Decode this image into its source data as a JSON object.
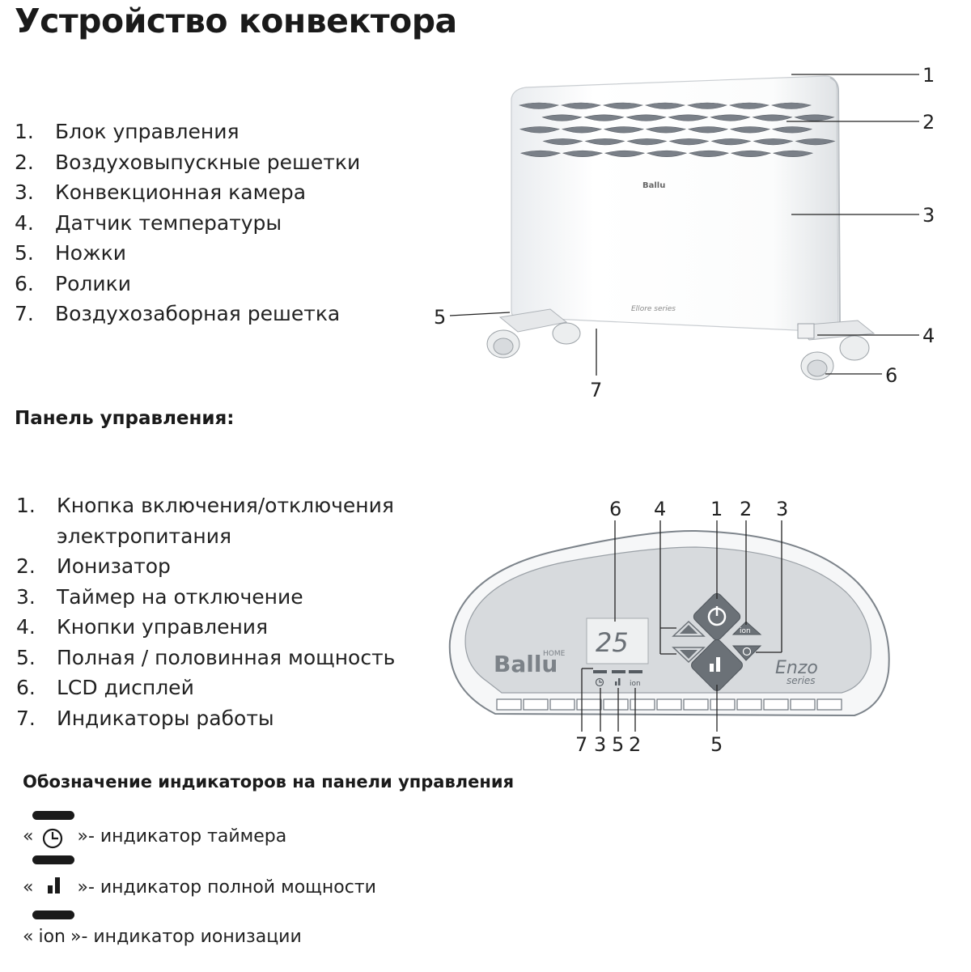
{
  "title": "Устройство конвектора",
  "device_parts": [
    {
      "num": "1.",
      "label": "Блок управления"
    },
    {
      "num": "2.",
      "label": "Воздуховыпускные решетки"
    },
    {
      "num": "3.",
      "label": "Конвекционная камера"
    },
    {
      "num": "4.",
      "label": "Датчик температуры"
    },
    {
      "num": "5.",
      "label": "Ножки"
    },
    {
      "num": "6.",
      "label": "Ролики"
    },
    {
      "num": "7.",
      "label": "Воздухозаборная решетка"
    }
  ],
  "heater_callouts": [
    "1",
    "2",
    "3",
    "4",
    "5",
    "6",
    "7"
  ],
  "heater_brand": "Ballu",
  "heater_series": "Ellore series",
  "panel_title": "Панель управления:",
  "panel_items": [
    {
      "num": "1.",
      "line1": "Кнопка включения/отключения",
      "line2": "электропитания"
    },
    {
      "num": "2.",
      "line1": "Ионизатор"
    },
    {
      "num": "3.",
      "line1": "Таймер на отключение"
    },
    {
      "num": "4.",
      "line1": "Кнопки управления"
    },
    {
      "num": "5.",
      "line1": "Полная / половинная мощность"
    },
    {
      "num": "6.",
      "line1": "LCD дисплей"
    },
    {
      "num": "7.",
      "line1": "Индикаторы работы"
    }
  ],
  "panel_callouts_top": [
    "6",
    "4",
    "1",
    "2",
    "3"
  ],
  "panel_callouts_bottom": [
    "7",
    "3",
    "5",
    "2",
    "5"
  ],
  "panel_brand": "Ballu",
  "panel_brand_sup": "HOME",
  "panel_series_name": "Enzo",
  "panel_series_sub": "series",
  "panel_display_value": "25",
  "panel_ion_label": "ion",
  "indicators_title": "Обозначение индикаторов на панели управления",
  "indicators": [
    {
      "icon": "timer-icon",
      "open": "«",
      "close": "»",
      "text": " - индикатор таймера"
    },
    {
      "icon": "power-bars-icon",
      "open": "«",
      "close": "»",
      "text": " - индикатор полной мощности"
    },
    {
      "icon": "ion-text",
      "open": "«",
      "symbol": "ion",
      "close": "»",
      "text": " - индикатор ионизации"
    }
  ]
}
